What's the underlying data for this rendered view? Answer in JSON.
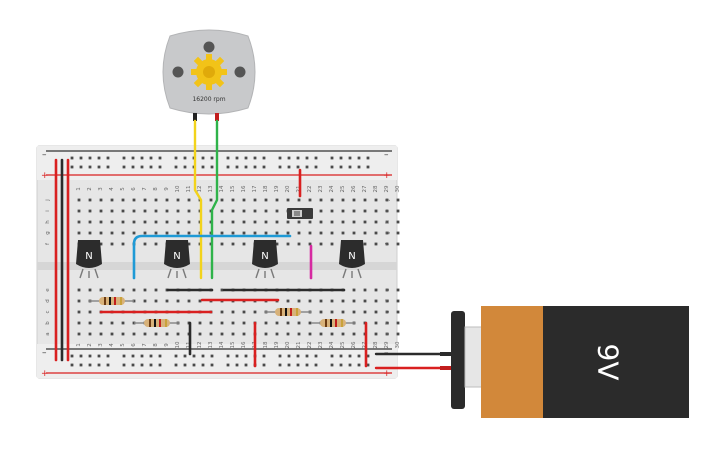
{
  "motor": {
    "rpm_label": "16200 rpm",
    "body_color": "#c8c9cb",
    "gear_color": "#f2c318"
  },
  "breadboard": {
    "rail_minus": "–",
    "rail_plus": "+",
    "row_labels_top": [
      "j",
      "i",
      "h",
      "g",
      "f"
    ],
    "row_labels_bottom": [
      "e",
      "d",
      "c",
      "b",
      "a"
    ],
    "column_numbers": [
      "1",
      "2",
      "3",
      "4",
      "5",
      "6",
      "7",
      "8",
      "9",
      "10",
      "11",
      "12",
      "13",
      "14",
      "15",
      "16",
      "17",
      "18",
      "19",
      "20",
      "21",
      "22",
      "23",
      "24",
      "25",
      "26",
      "27",
      "28",
      "29",
      "30"
    ],
    "board_color": "#e6e6e6",
    "rail_red": "#d92020",
    "rail_dark": "#333333"
  },
  "transistors": [
    {
      "label": "N"
    },
    {
      "label": "N"
    },
    {
      "label": "N"
    },
    {
      "label": "N"
    }
  ],
  "battery": {
    "label": "9V",
    "body_color": "#d2883a",
    "cap_color": "#2b2b2b"
  },
  "wire_colors": {
    "yellow": "#f2d31b",
    "green": "#2fb34a",
    "blue": "#1f9ad6",
    "red": "#d92020",
    "black": "#2b2b2b",
    "magenta": "#d62aa1"
  }
}
